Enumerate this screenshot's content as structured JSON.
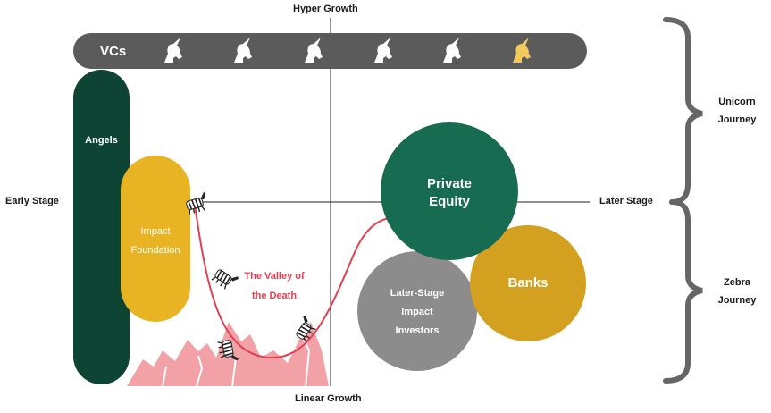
{
  "axes": {
    "top": "Hyper Growth",
    "bottom": "Linear Growth",
    "left": "Early Stage",
    "right": "Later Stage"
  },
  "vcs_bar": {
    "label": "VCs",
    "unicorn_icons": [
      "unicorn-icon",
      "unicorn-icon",
      "unicorn-icon",
      "unicorn-icon",
      "unicorn-icon",
      "unicorn-icon-gold"
    ]
  },
  "blocks": {
    "angels": "Angels",
    "impact_foundation_line1": "Impact",
    "impact_foundation_line2": "Foundation",
    "private_equity_line1": "Private",
    "private_equity_line2": "Equity",
    "banks": "Banks",
    "later_stage_line1": "Later-Stage",
    "later_stage_line2": "Impact",
    "later_stage_line3": "Investors"
  },
  "valley": {
    "line1": "The Valley of",
    "line2": "the Death"
  },
  "journeys": {
    "unicorn_line1": "Unicorn",
    "unicorn_line2": "Journey",
    "zebra_line1": "Zebra",
    "zebra_line2": "Journey"
  },
  "colors": {
    "vcs_bar": "#5b5b5b",
    "angels": "#0d4433",
    "impact_foundation": "#e9b423",
    "private_equity": "#176b50",
    "banks": "#d4a020",
    "later_stage": "#8c8c8c",
    "valley_curve": "#e04050",
    "valley_text": "#e04050",
    "mountains": "#f2a1a6",
    "brace": "#666666",
    "gold_unicorn": "#f2c95c"
  }
}
